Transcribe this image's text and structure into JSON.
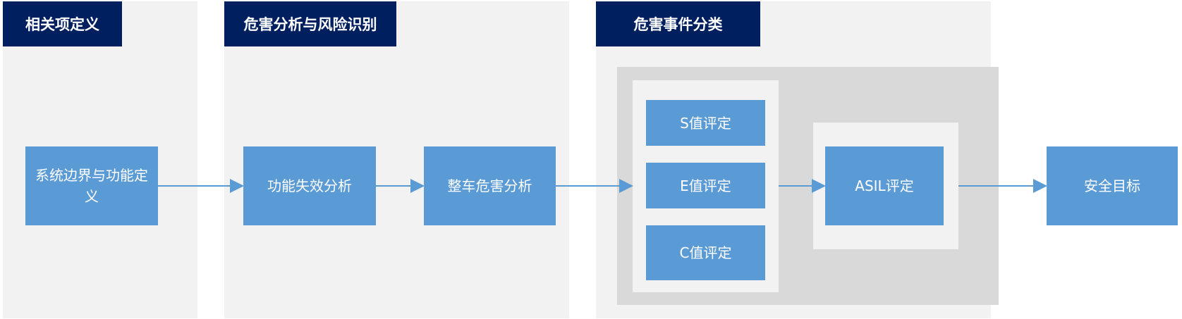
{
  "colors": {
    "header": "#001f5f",
    "panel": "#f2f2f2",
    "box": "#5b9bd5",
    "group": "#d9d9d9",
    "arrow": "#5b9bd5"
  },
  "phases": [
    {
      "title": "相关项定义"
    },
    {
      "title": "危害分析与风险识别"
    },
    {
      "title": "危害事件分类"
    }
  ],
  "nodes": {
    "system_boundary": "系统边界与功能定义",
    "function_failure": "功能失效分析",
    "vehicle_hazard": "整车危害分析",
    "s_value": "S值评定",
    "e_value": "E值评定",
    "c_value": "C值评定",
    "asil": "ASIL评定",
    "safety_goal": "安全目标"
  }
}
